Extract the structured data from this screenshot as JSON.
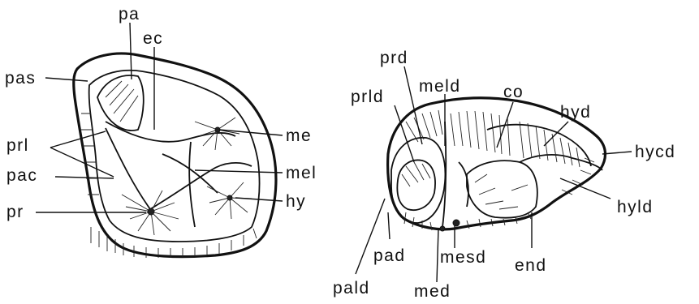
{
  "upper_molar": {
    "labels": {
      "pa": "pa",
      "ec": "ec",
      "pas": "pas",
      "prl": "prl",
      "pac": "pac",
      "pr": "pr",
      "me": "me",
      "mel": "mel",
      "hy": "hy"
    }
  },
  "lower_molar": {
    "labels": {
      "prd": "prd",
      "prld": "prld",
      "meld": "meld",
      "co": "co",
      "hyd": "hyd",
      "hycd": "hycd",
      "hyld": "hyld",
      "end": "end",
      "mesd": "mesd",
      "pad": "pad",
      "pald": "pald",
      "med": "med"
    }
  },
  "colors": {
    "ink": "#111111",
    "background": "#ffffff"
  }
}
